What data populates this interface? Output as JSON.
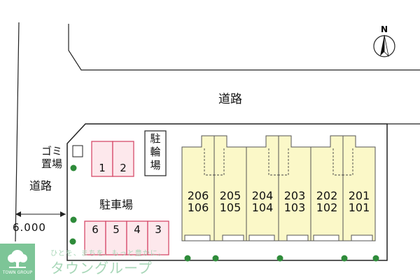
{
  "roads": {
    "top_label": "道路",
    "left_label": "道路",
    "left_width": "6.000"
  },
  "compass": {
    "label": "N"
  },
  "garbage": {
    "line1": "ゴミ",
    "line2": "置場"
  },
  "bicycle_parking": {
    "chars": [
      "駐",
      "輪",
      "場"
    ]
  },
  "parking": {
    "title": "駐車場",
    "slots_upper": [
      "1",
      "2"
    ],
    "slots_lower": [
      "6",
      "5",
      "4",
      "3"
    ]
  },
  "units": [
    {
      "upper": "206",
      "lower": "106"
    },
    {
      "upper": "205",
      "lower": "105"
    },
    {
      "upper": "204",
      "lower": "104"
    },
    {
      "upper": "203",
      "lower": "103"
    },
    {
      "upper": "202",
      "lower": "102"
    },
    {
      "upper": "201",
      "lower": "101"
    }
  ],
  "branding": {
    "slogan": "ひとを、まちを、もっと豊かに。",
    "name": "タウングループ",
    "caption": "TOWN GROUP"
  },
  "colors": {
    "parking_fill": "#fde8ec",
    "parking_stroke": "#d64a6a",
    "building_fill": "#fbf8c8",
    "tree": "#2e8b3a",
    "logo": "#7dc597"
  }
}
